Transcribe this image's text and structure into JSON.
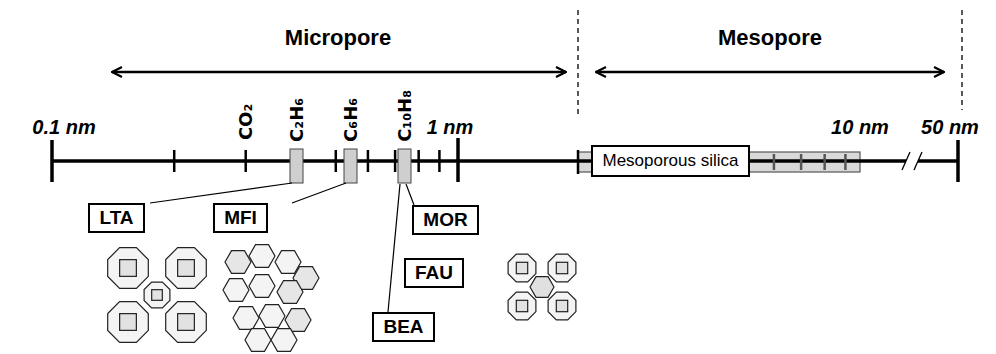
{
  "diagram": {
    "nodes": [
      {
        "text": [
          "Mesoporous silica"
        ]
      },
      {
        "text": [
          "LTA"
        ]
      },
      {
        "text": [
          "MFI"
        ]
      },
      {
        "text": [
          "MOR"
        ]
      },
      {
        "text": [
          "FAU"
        ]
      },
      {
        "text": [
          "BEA"
        ]
      }
    ],
    "edges": [],
    "labels": [
      "Micropore",
      "Mesopore",
      "0.1 nm",
      "CO₂",
      "C₂H₆",
      "C₆H₆",
      "C₁₀H₈",
      "1 nm",
      "10 nm",
      "50 nm"
    ]
  }
}
